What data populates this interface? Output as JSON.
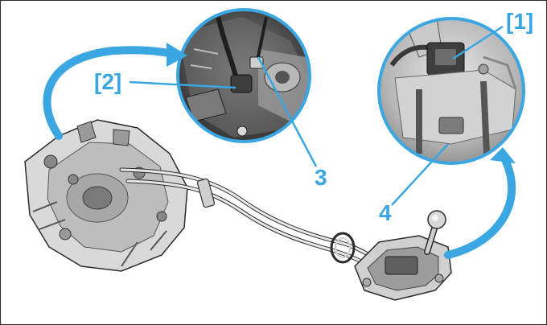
{
  "callouts": [
    {
      "id": "1",
      "text": "[1]"
    },
    {
      "id": "2",
      "text": "[2]"
    },
    {
      "id": "3",
      "text": "3"
    },
    {
      "id": "4",
      "text": "4"
    }
  ],
  "colors": {
    "callout_blue": "#3aa6e2",
    "outline": "#2b2b2b",
    "part_light": "#d9d9d9",
    "part_mid": "#9a9a9a",
    "part_dark": "#555555"
  },
  "icons": [
    "gearbox-illustration",
    "gear-lever-illustration",
    "cable-illustration",
    "curved-arrow"
  ]
}
